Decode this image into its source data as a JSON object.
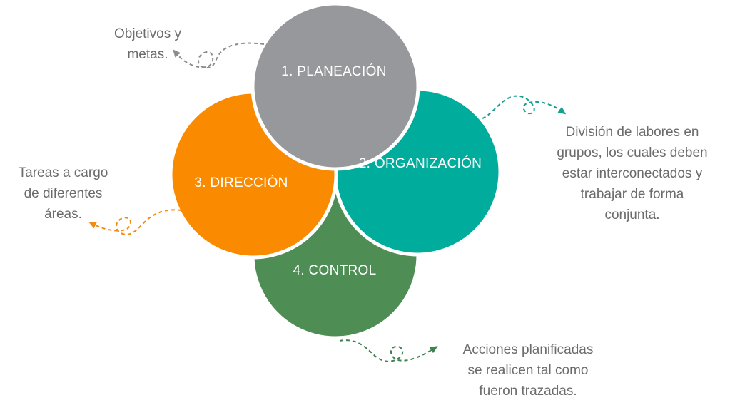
{
  "diagram": {
    "stages": [
      {
        "id": "planeacion",
        "label": "1. PLANEACIÓN",
        "color": "#97989b"
      },
      {
        "id": "organizacion",
        "label": "2. ORGANIZACIÓN",
        "color": "#00ac9b"
      },
      {
        "id": "direccion",
        "label": "3. DIRECCIÓN",
        "color": "#fa8a00"
      },
      {
        "id": "control",
        "label": "4. CONTROL",
        "color": "#4e8e55"
      }
    ],
    "notes": {
      "planeacion": "Objetivos y\nmetas.",
      "organizacion": "División de labores en\ngrupos, los cuales deben\nestar interconectados y\ntrabajar de forma\nconjunta.",
      "direccion": "Tareas a cargo\nde diferentes\náreas.",
      "control": "Acciones planificadas\nse realicen tal como\nfueron trazadas."
    },
    "connector_icon": "dashed-loop-arrow-icon"
  }
}
